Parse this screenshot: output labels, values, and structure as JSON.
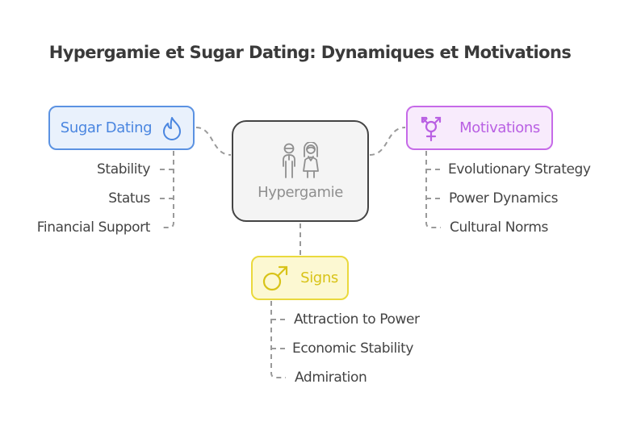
{
  "title": "Hypergamie et Sugar Dating: Dynamiques et Motivations",
  "colors": {
    "sugar_dating": "#4a86e0",
    "motivations": "#b960e3",
    "signs": "#d8c318",
    "center": "#8f8f8f",
    "connector": "#9a9a9a"
  },
  "center": {
    "label": "Hypergamie",
    "icon": "couple-icon"
  },
  "branches": {
    "sugar_dating": {
      "label": "Sugar Dating",
      "icon": "flame-icon",
      "items": [
        "Stability",
        "Status",
        "Financial Support"
      ]
    },
    "motivations": {
      "label": "Motivations",
      "icon": "transgender-symbol-icon",
      "items": [
        "Evolutionary Strategy",
        "Power Dynamics",
        "Cultural Norms"
      ]
    },
    "signs": {
      "label": "Signs",
      "icon": "male-symbol-icon",
      "items": [
        "Attraction to Power",
        "Economic Stability",
        "Admiration"
      ]
    }
  }
}
